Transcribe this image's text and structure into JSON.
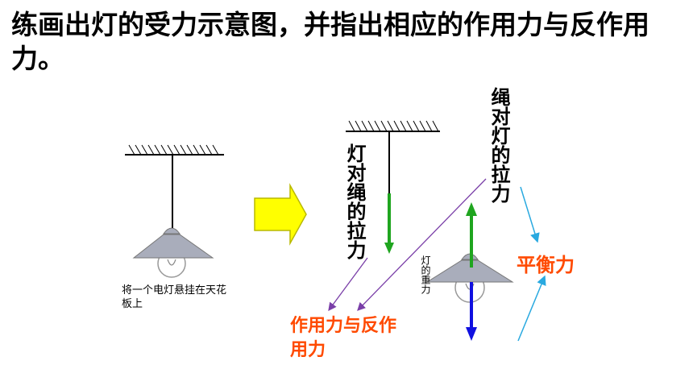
{
  "title": "练画出灯的受力示意图，并指出相应的作用力与反作用力。",
  "caption_left": "将一个电灯悬挂在天花板上",
  "label_lamp_on_rope": "灯对绳的拉力",
  "label_rope_on_lamp": "绳对灯的拉力",
  "label_gravity": "灯的重力",
  "label_action_reaction": "作用力与反作用力",
  "label_balance": "平衡力",
  "colors": {
    "label_highlight": "#ff4a00",
    "arrow_lamp_on_rope": "#1fa51f",
    "arrow_rope_on_lamp": "#1fa51f",
    "arrow_gravity": "#1010e0",
    "pointer_purple": "#7a3fa8",
    "pointer_cyan": "#29a9e0",
    "big_arrow": "#ffff00"
  }
}
